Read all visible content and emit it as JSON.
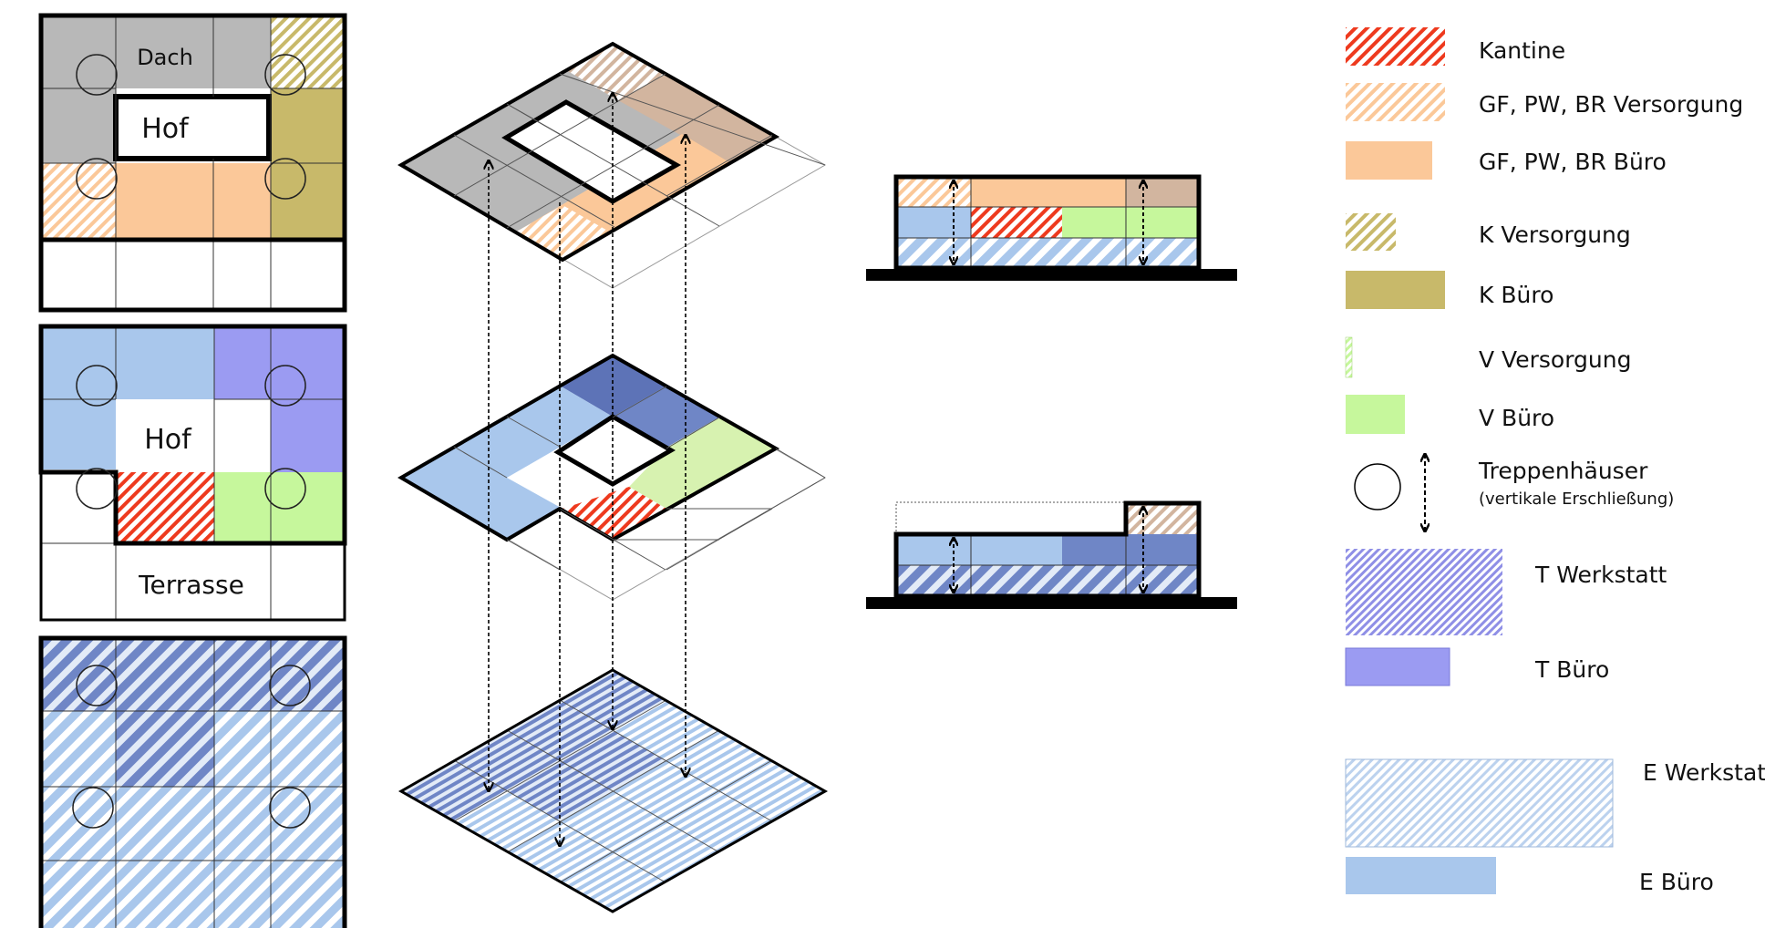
{
  "plans": {
    "top": {
      "roof_label": "Dach",
      "court_label": "Hof"
    },
    "middle": {
      "court_label": "Hof",
      "terrace_label": "Terrasse"
    }
  },
  "legend": {
    "kantine": "Kantine",
    "gf_versorgung": "GF, PW, BR Versorgung",
    "gf_buero": "GF, PW, BR Büro",
    "k_versorgung": "K Versorgung",
    "k_buero": "K Büro",
    "v_versorgung": "V Versorgung",
    "v_buero": "V Büro",
    "treppen_title": "Treppenhäuser",
    "treppen_sub": "(vertikale Erschließung)",
    "t_werkstatt": "T Werkstatt",
    "t_buero": "T Büro",
    "e_werkstatt": "E Werkstatt",
    "e_buero": "E Büro"
  },
  "colors": {
    "gray": "#b8b8b8",
    "olive": "#c8b96a",
    "peach": "#fbc899",
    "tan": "#d2b59f",
    "kantine_red": "#ee3a1e",
    "light_blue": "#a9c7ec",
    "violet": "#9b9bf2",
    "mid_blue": "#6f86c6",
    "green": "#c6f79c"
  }
}
